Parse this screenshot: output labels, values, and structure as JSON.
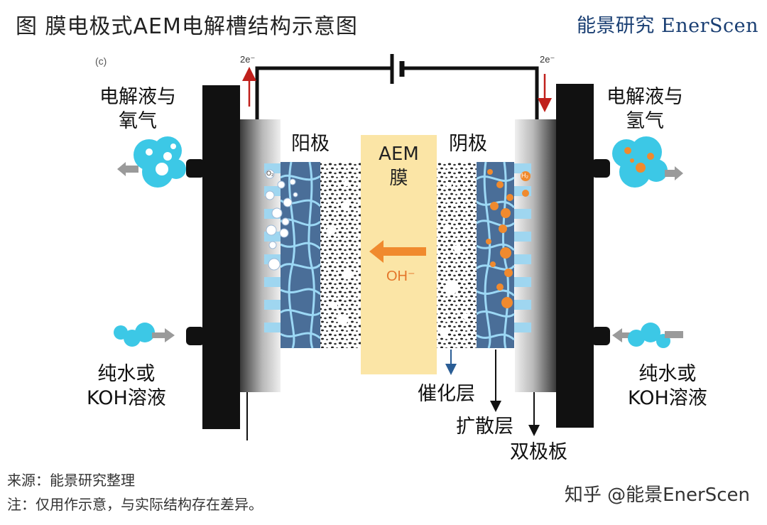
{
  "header": {
    "title": "图 膜电极式AEM电解槽结构示意图",
    "brand": "能景研究 EnerScen"
  },
  "diagram": {
    "panel_label": "(c)",
    "electron_left": "2e⁻",
    "electron_right": "2e⁻",
    "anode_out_label": "电解液与\n氧气",
    "cathode_out_label": "电解液与\n氢气",
    "anode_in_label": "纯水或\nKOH溶液",
    "cathode_in_label": "纯水或\nKOH溶液",
    "anode_label": "阳极",
    "cathode_label": "阴极",
    "membrane_label": "AEM\n膜",
    "ion_label": "OH⁻",
    "catalyst_layer": "催化层",
    "diffusion_layer": "扩散层",
    "bipolar_plate": "双极板",
    "o2_bubble": "O₂",
    "h2_bubble": "H₂"
  },
  "footer": {
    "source": "来源：能景研究整理",
    "note": "注：仅用作示意，与实际结构存在差异。",
    "watermark": "知乎 @能景EnerScen"
  },
  "colors": {
    "plate": "#111111",
    "electrode_blue": "#4a6e98",
    "membrane": "#fbe5a6",
    "oxygen_bubble": "#3cc8e6",
    "hydrogen_bubble": "#f08a2e",
    "electron_arrow": "#c0201c",
    "ion_arrow": "#f08a2e"
  }
}
